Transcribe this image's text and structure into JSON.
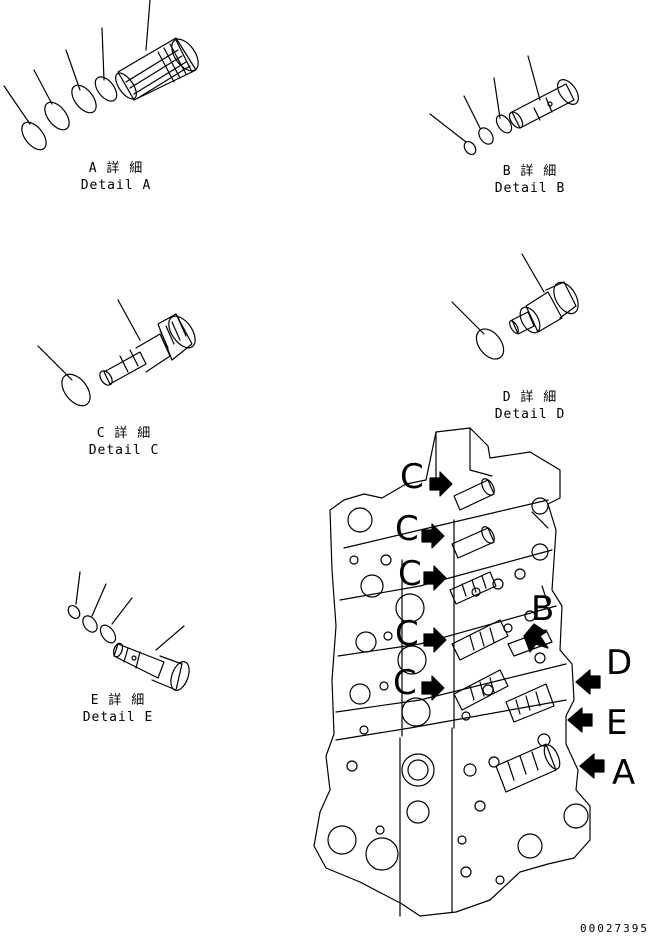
{
  "details": {
    "a": {
      "ja": "A 詳 細",
      "en": "Detail A"
    },
    "b": {
      "ja": "B 詳 細",
      "en": "Detail B"
    },
    "c": {
      "ja": "C 詳 細",
      "en": "Detail C"
    },
    "d": {
      "ja": "D 詳 細",
      "en": "Detail D"
    },
    "e": {
      "ja": "E 詳 細",
      "en": "Detail E"
    }
  },
  "markers": {
    "c1": "C",
    "c2": "C",
    "c3": "C",
    "c4": "C",
    "c5": "C",
    "b": "B",
    "d": "D",
    "e": "E",
    "a": "A"
  },
  "document_number": "00027395",
  "colors": {
    "ink": "#000000",
    "paper": "#ffffff"
  }
}
